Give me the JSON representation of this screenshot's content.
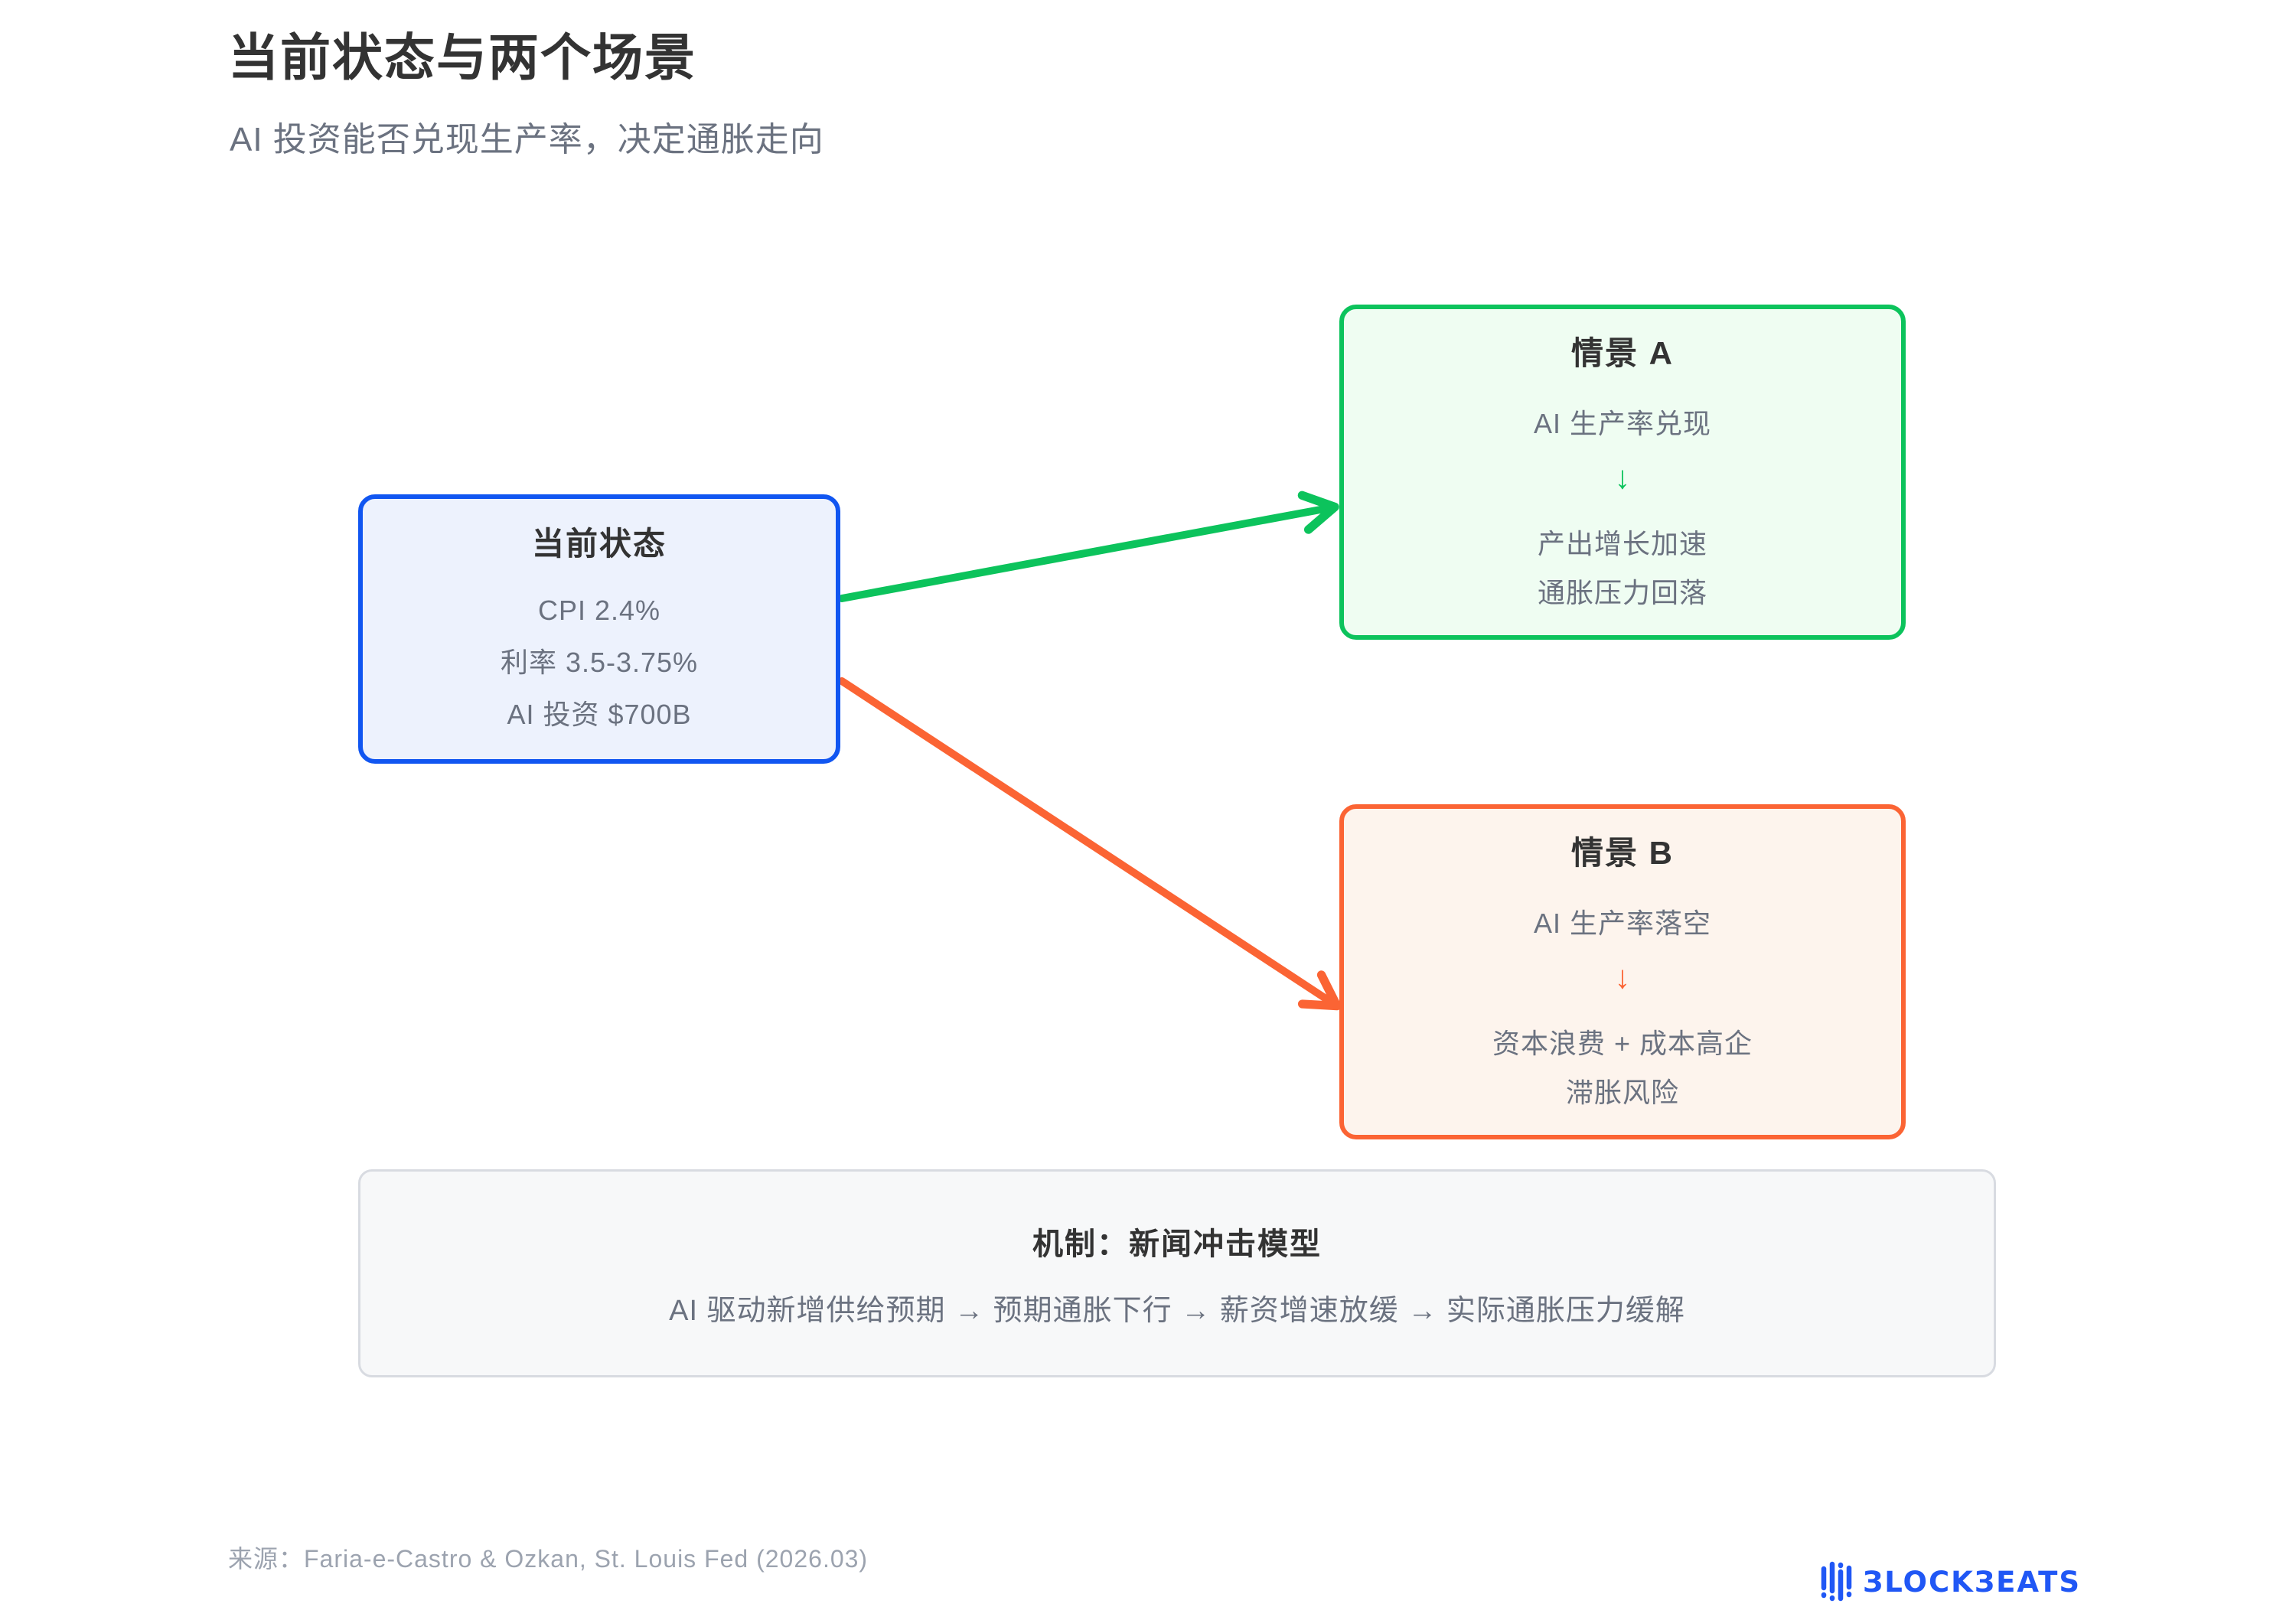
{
  "page": {
    "title": "当前状态与两个场景",
    "subtitle": "AI 投资能否兑现生产率，决定通胀走向",
    "source": "来源：Faria-e-Castro & Ozkan, St. Louis Fed (2026.03)"
  },
  "current_state_box": {
    "title": "当前状态",
    "lines": [
      "CPI 2.4%",
      "利率 3.5-3.75%",
      "AI 投资 $700B"
    ],
    "border_color": "#1156f1",
    "bg_color": "#edf2fd"
  },
  "scenario_a_box": {
    "title": "情景 A",
    "condition": "AI 生产率兑现",
    "arrow": "↓",
    "outcomes": [
      "产出增长加速",
      "通胀压力回落"
    ],
    "border_color": "#0cc35c",
    "bg_color": "#effdf2"
  },
  "scenario_b_box": {
    "title": "情景 B",
    "condition": "AI 生产率落空",
    "arrow": "↓",
    "outcomes": [
      "资本浪费 + 成本高企",
      "滞胀风险"
    ],
    "border_color": "#fb6434",
    "bg_color": "#fdf4ed"
  },
  "mechanism_box": {
    "title": "机制：新闻冲击模型",
    "flow": "AI 驱动新增供给预期 → 预期通胀下行 → 薪资增速放缓 → 实际通胀压力缓解"
  },
  "connectors": {
    "green_arrow_color": "#0cc35c",
    "orange_arrow_color": "#fb6434"
  },
  "logo": {
    "brand": "BLOCKBEATS",
    "brand_display": "ЗLOCKЗEATS",
    "color": "#2057f5"
  }
}
